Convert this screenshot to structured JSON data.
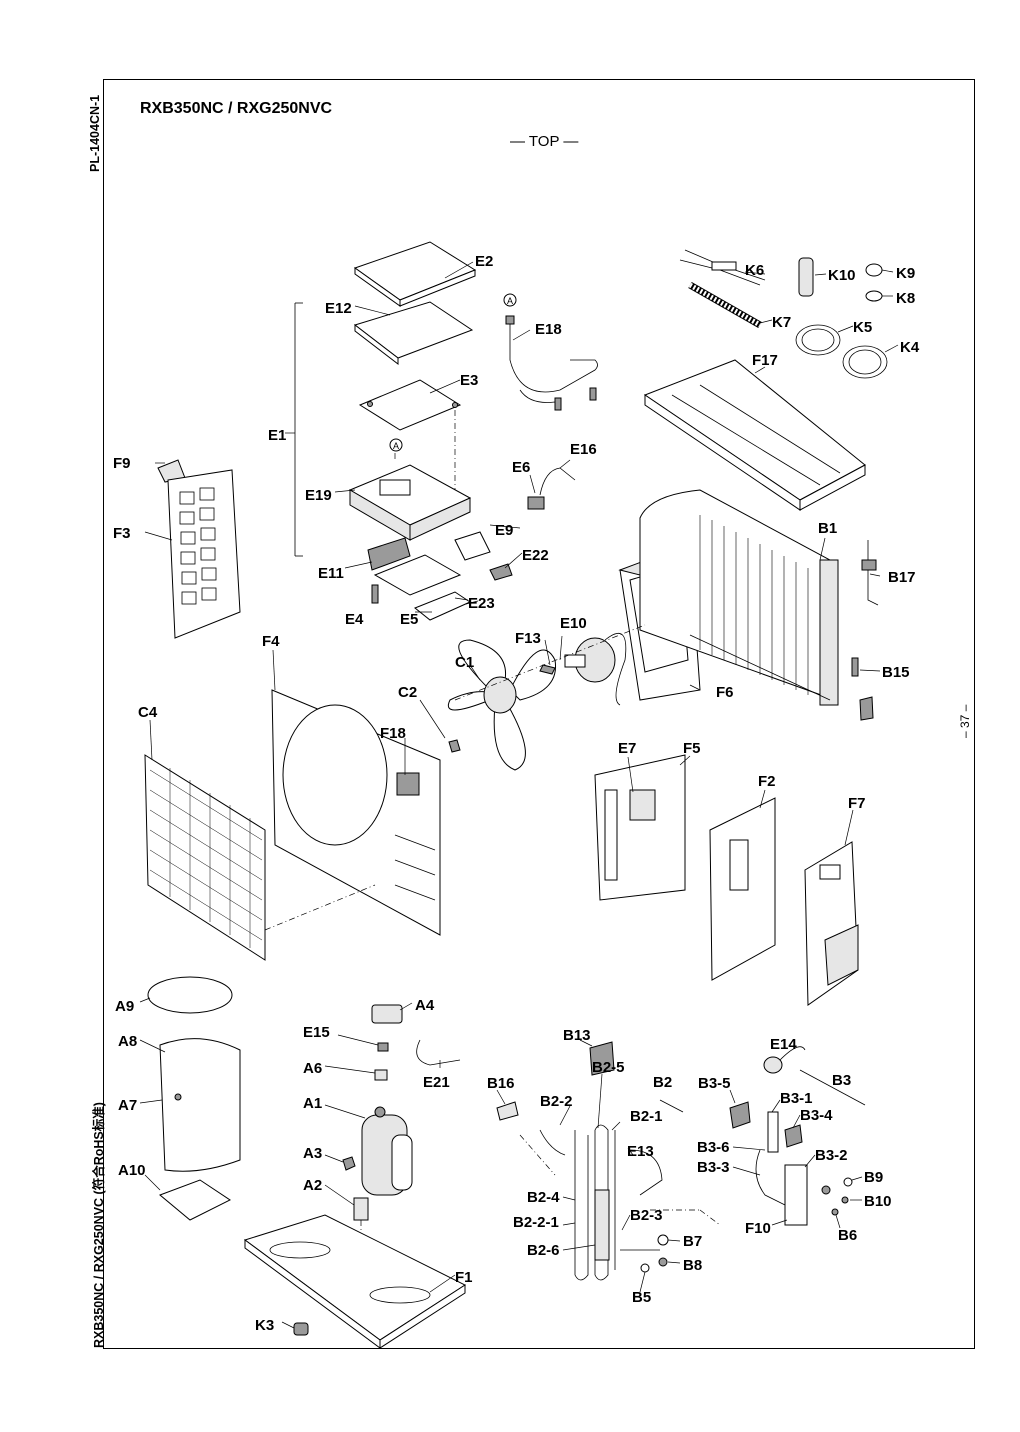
{
  "doc": {
    "code": "PL-1404CN-1",
    "side_note": "RXB350NC / RXG250NVC (符合RoHS标准)",
    "title": "RXB350NC / RXG250NVC",
    "top_marker": "— TOP —",
    "page_number": "– 37 –"
  },
  "markers": {
    "ref_a": "A"
  },
  "labels": {
    "E2": "E2",
    "E12": "E12",
    "E18": "E18",
    "E3": "E3",
    "E1": "E1",
    "E6": "E6",
    "E16": "E16",
    "E19": "E19",
    "E9": "E9",
    "E22": "E22",
    "E11": "E11",
    "E4": "E4",
    "E5": "E5",
    "E23": "E23",
    "E10": "E10",
    "E13a": "F13",
    "C1": "C1",
    "C2": "C2",
    "F4": "F4",
    "F9": "F9",
    "F3": "F3",
    "C4": "C4",
    "F18": "F18",
    "F6": "F6",
    "E7": "E7",
    "F5": "F5",
    "F2": "F2",
    "F7": "F7",
    "K6": "K6",
    "K10": "K10",
    "K9": "K9",
    "K8": "K8",
    "K7": "K7",
    "K5": "K5",
    "K4": "K4",
    "F17": "F17",
    "B1": "B1",
    "B17": "B17",
    "B15": "B15",
    "A9": "A9",
    "A8": "A8",
    "A7": "A7",
    "A10": "A10",
    "A4": "A4",
    "E15": "E15",
    "A6": "A6",
    "E21": "E21",
    "A1": "A1",
    "A3": "A3",
    "A2": "A2",
    "F1": "F1",
    "K3": "K3",
    "B13": "B13",
    "B16": "B16",
    "B2": "B2",
    "B2_2": "B2-2",
    "B2_5": "B2-5",
    "B2_1": "B2-1",
    "E13": "E13",
    "B2_4": "B2-4",
    "B2_2_1": "B2-2-1",
    "B2_6": "B2-6",
    "B2_3": "B2-3",
    "B7": "B7",
    "B8": "B8",
    "B5": "B5",
    "E14": "E14",
    "B3": "B3",
    "B3_5": "B3-5",
    "B3_1": "B3-1",
    "B3_4": "B3-4",
    "B3_6": "B3-6",
    "B3_3": "B3-3",
    "B3_2": "B3-2",
    "B9": "B9",
    "B10": "B10",
    "F10": "F10",
    "B6": "B6"
  }
}
